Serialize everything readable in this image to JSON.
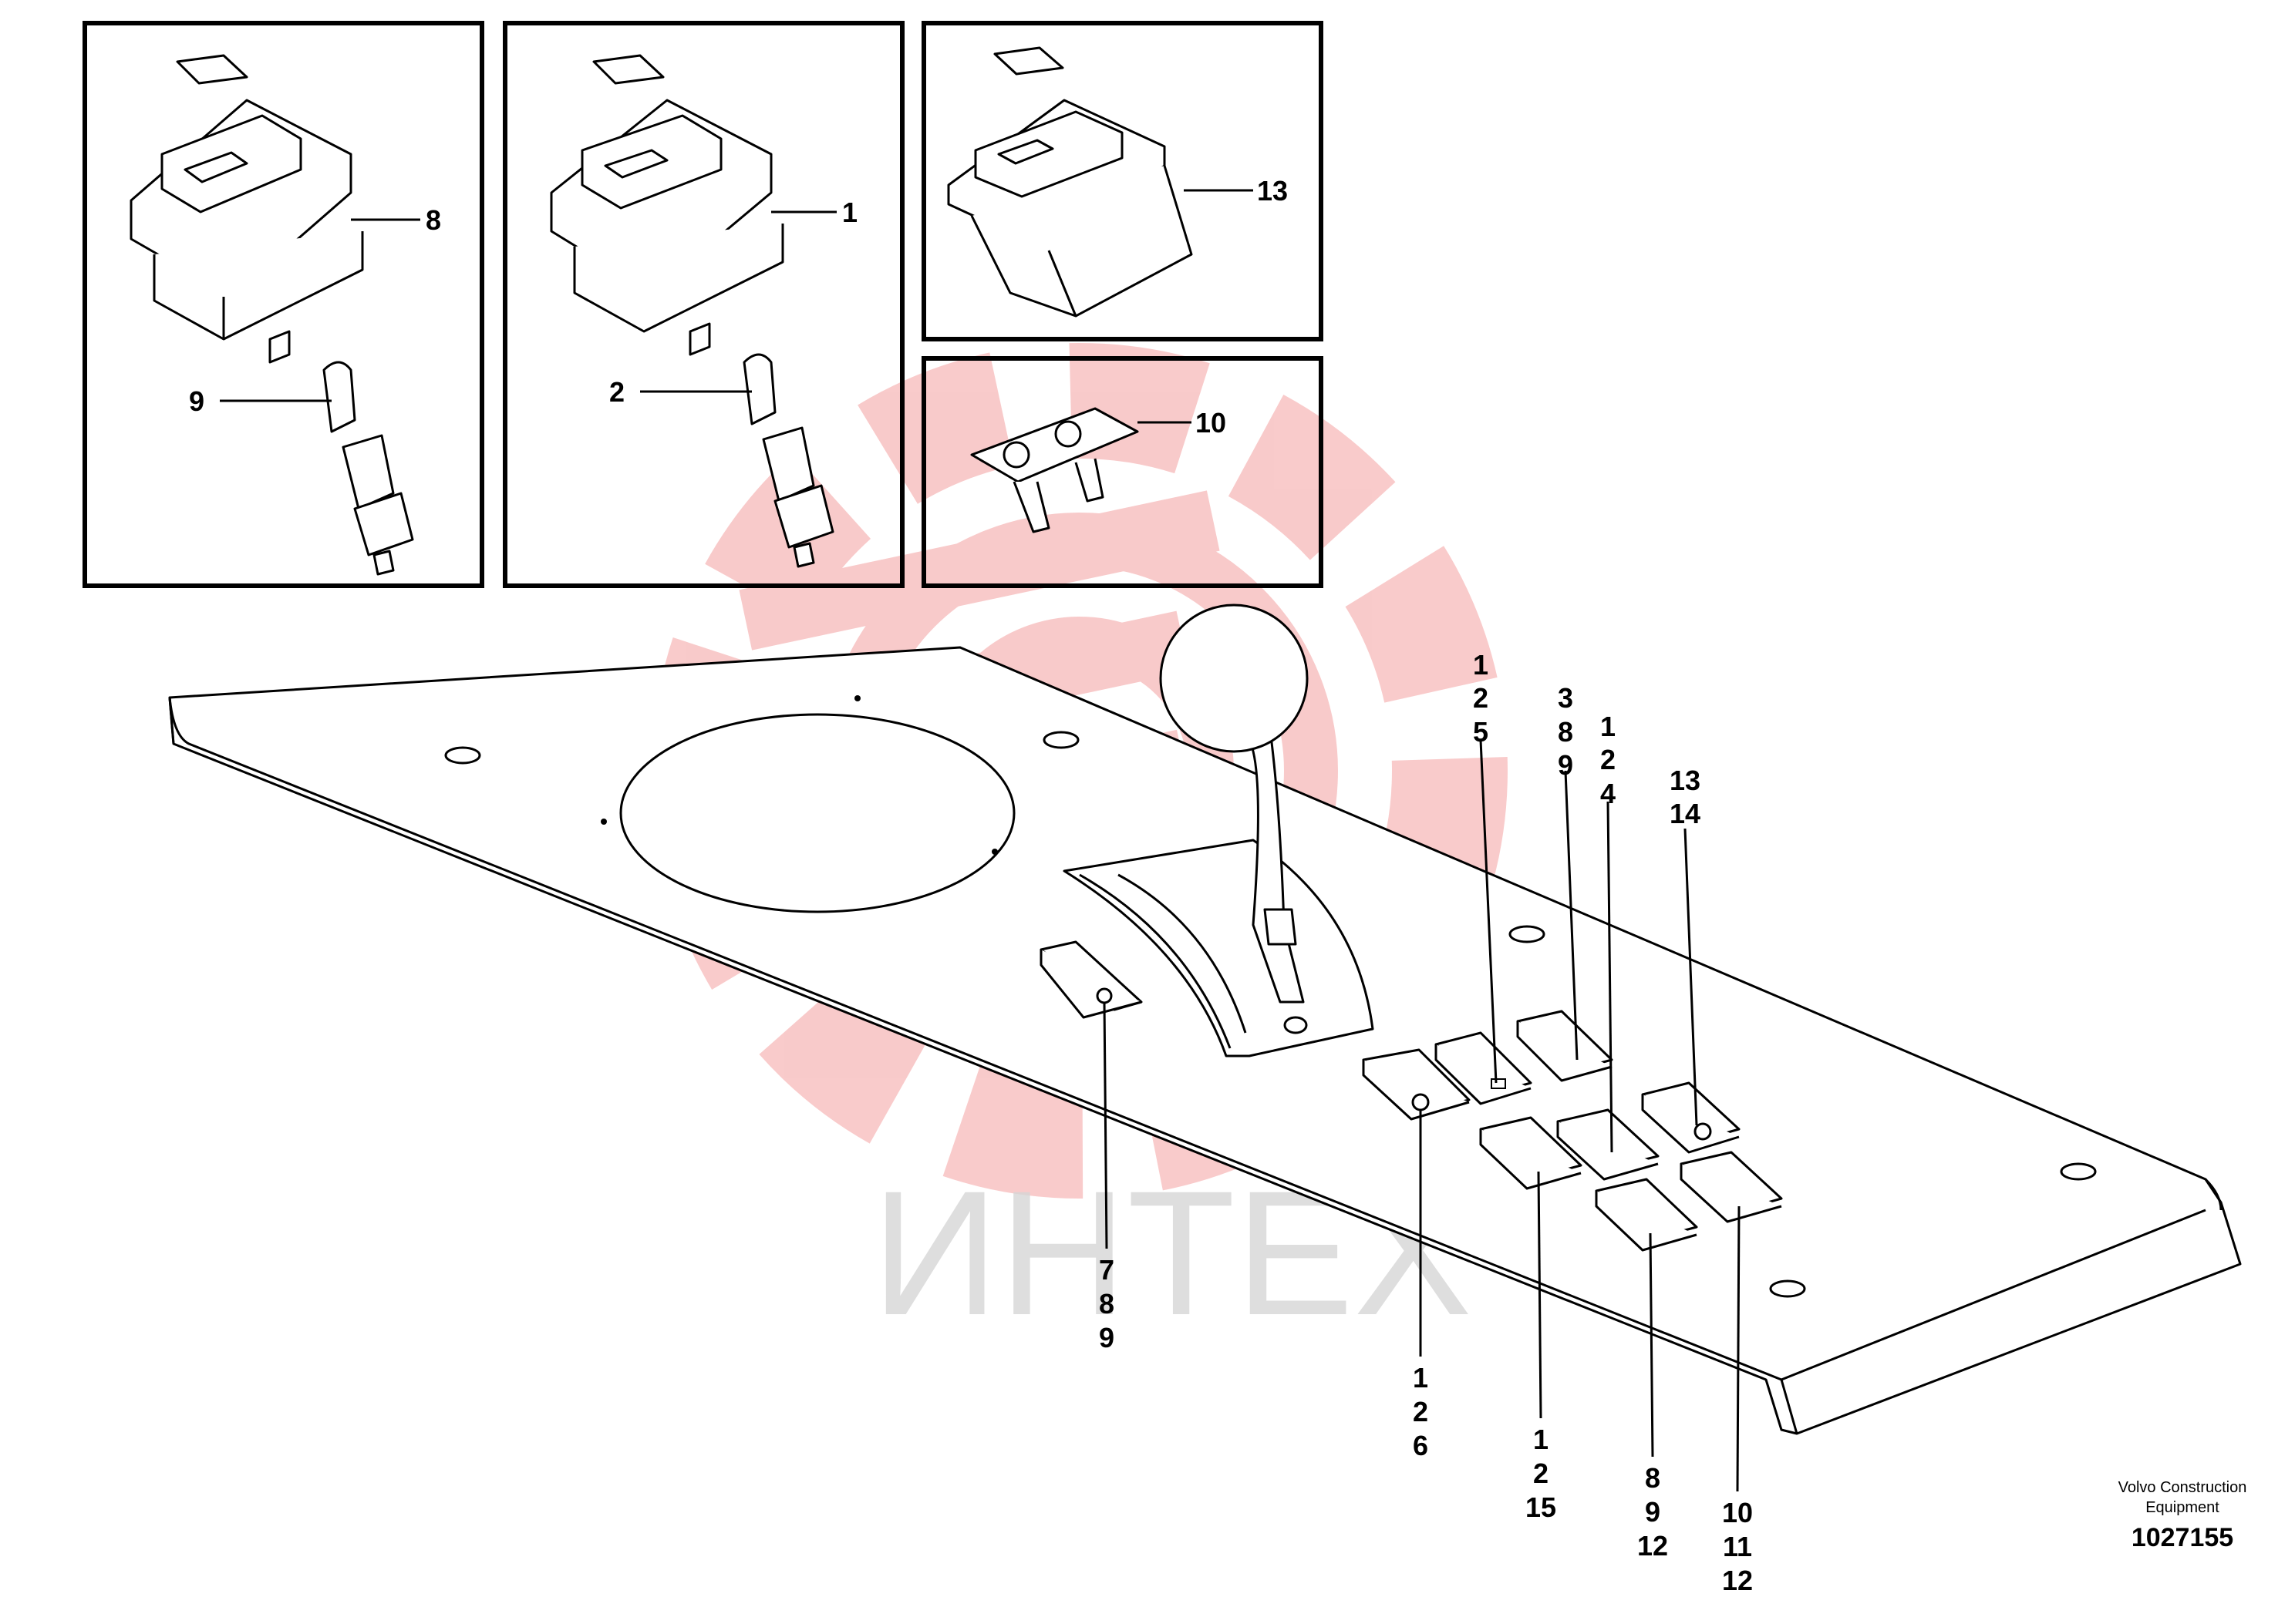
{
  "watermark": {
    "text": "ИНТЕХ",
    "gear_color": "#f4a0a0",
    "text_color": "#d6d6d6"
  },
  "detail_labels": [
    "8",
    "9",
    "1",
    "2",
    "13",
    "10"
  ],
  "callouts": {
    "c_125": [
      "1",
      "2",
      "5"
    ],
    "c_389": [
      "3",
      "8",
      "9"
    ],
    "c_124": [
      "1",
      "2",
      "4"
    ],
    "c_1314": [
      "13",
      "14"
    ],
    "c_789": [
      "7",
      "8",
      "9"
    ],
    "c_126": [
      "1",
      "2",
      "6"
    ],
    "c_1215": [
      "1",
      "2",
      "15"
    ],
    "c_8912": [
      "8",
      "9",
      "12"
    ],
    "c_101112": [
      "10",
      "11",
      "12"
    ]
  },
  "footer": {
    "credit_line1": "Volvo Construction",
    "credit_line2": "Equipment",
    "drawing_number": "1027155"
  }
}
